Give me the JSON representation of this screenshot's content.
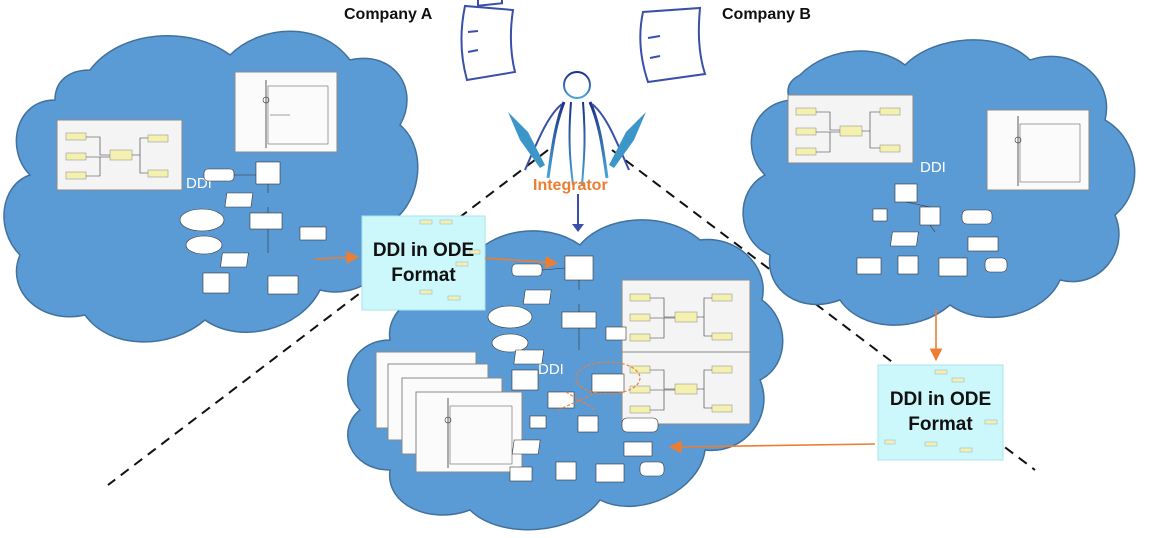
{
  "labels": {
    "company_a": "Company A",
    "company_b": "Company B",
    "integrator": "Integrator"
  },
  "clouds": {
    "left_ddi": "DDI",
    "right_ddi": "DDI",
    "center_ddi": "DDI"
  },
  "ode_boxes": {
    "left": {
      "line1": "DDI in ODE",
      "line2": "Format"
    },
    "right": {
      "line1": "DDI in ODE",
      "line2": "Format"
    }
  },
  "colors": {
    "cloud_fill": "#5b9bd5",
    "cloud_stroke": "#41719c",
    "arrow": "#ed7d31",
    "integrator_text": "#ed7d31",
    "ode_box": "#ccf7fb",
    "icon_stroke": "#3a4fa8"
  },
  "icons": [
    "component-icon",
    "integrator-person-icon",
    "component-icon"
  ]
}
